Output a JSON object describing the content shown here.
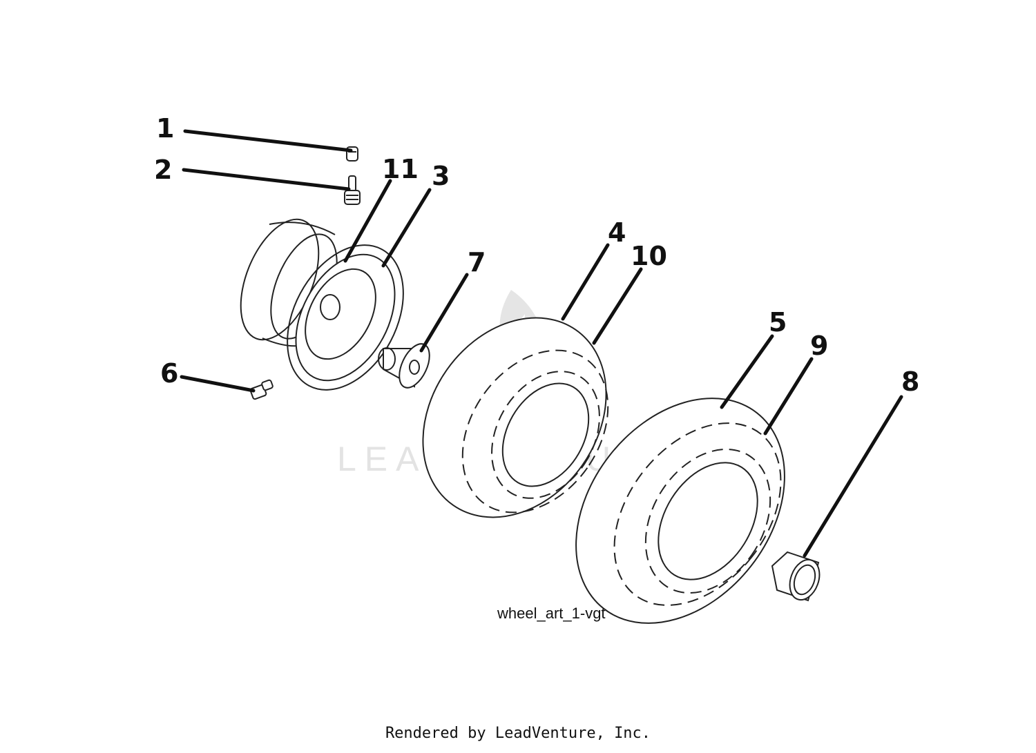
{
  "diagram": {
    "art_label": "wheel_art_1-vgt",
    "callouts": [
      "1",
      "2",
      "11",
      "3",
      "4",
      "10",
      "7",
      "5",
      "9",
      "6",
      "8"
    ]
  },
  "footer": {
    "credit": "Rendered by LeadVenture, Inc."
  },
  "watermark": {
    "text": "LEADVENTURE",
    "icon": "leadventure-flame-logo"
  },
  "colors": {
    "line": "#111111",
    "watermark": "#cfcfcf"
  }
}
